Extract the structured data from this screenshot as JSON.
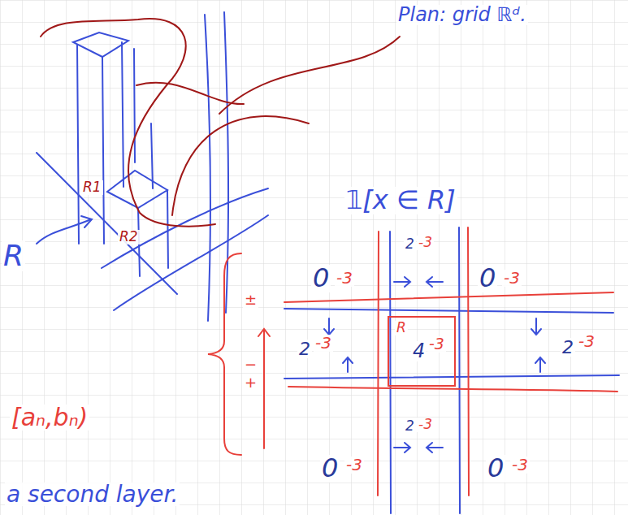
{
  "diagram": {
    "labels": [
      "Plan: grid ℝᵈ.",
      "R",
      "R1",
      "R2",
      "𝟙[x ∈ R]",
      "0",
      "-3",
      "2",
      "-3",
      "0",
      "-3",
      "2",
      "-3",
      "R",
      "4",
      "-3",
      "2",
      "-3",
      "0",
      "-3",
      "2",
      "-3",
      "0",
      "-3",
      "±",
      "−",
      "+",
      "[aₙ,bₙ)",
      "a second layer."
    ]
  }
}
